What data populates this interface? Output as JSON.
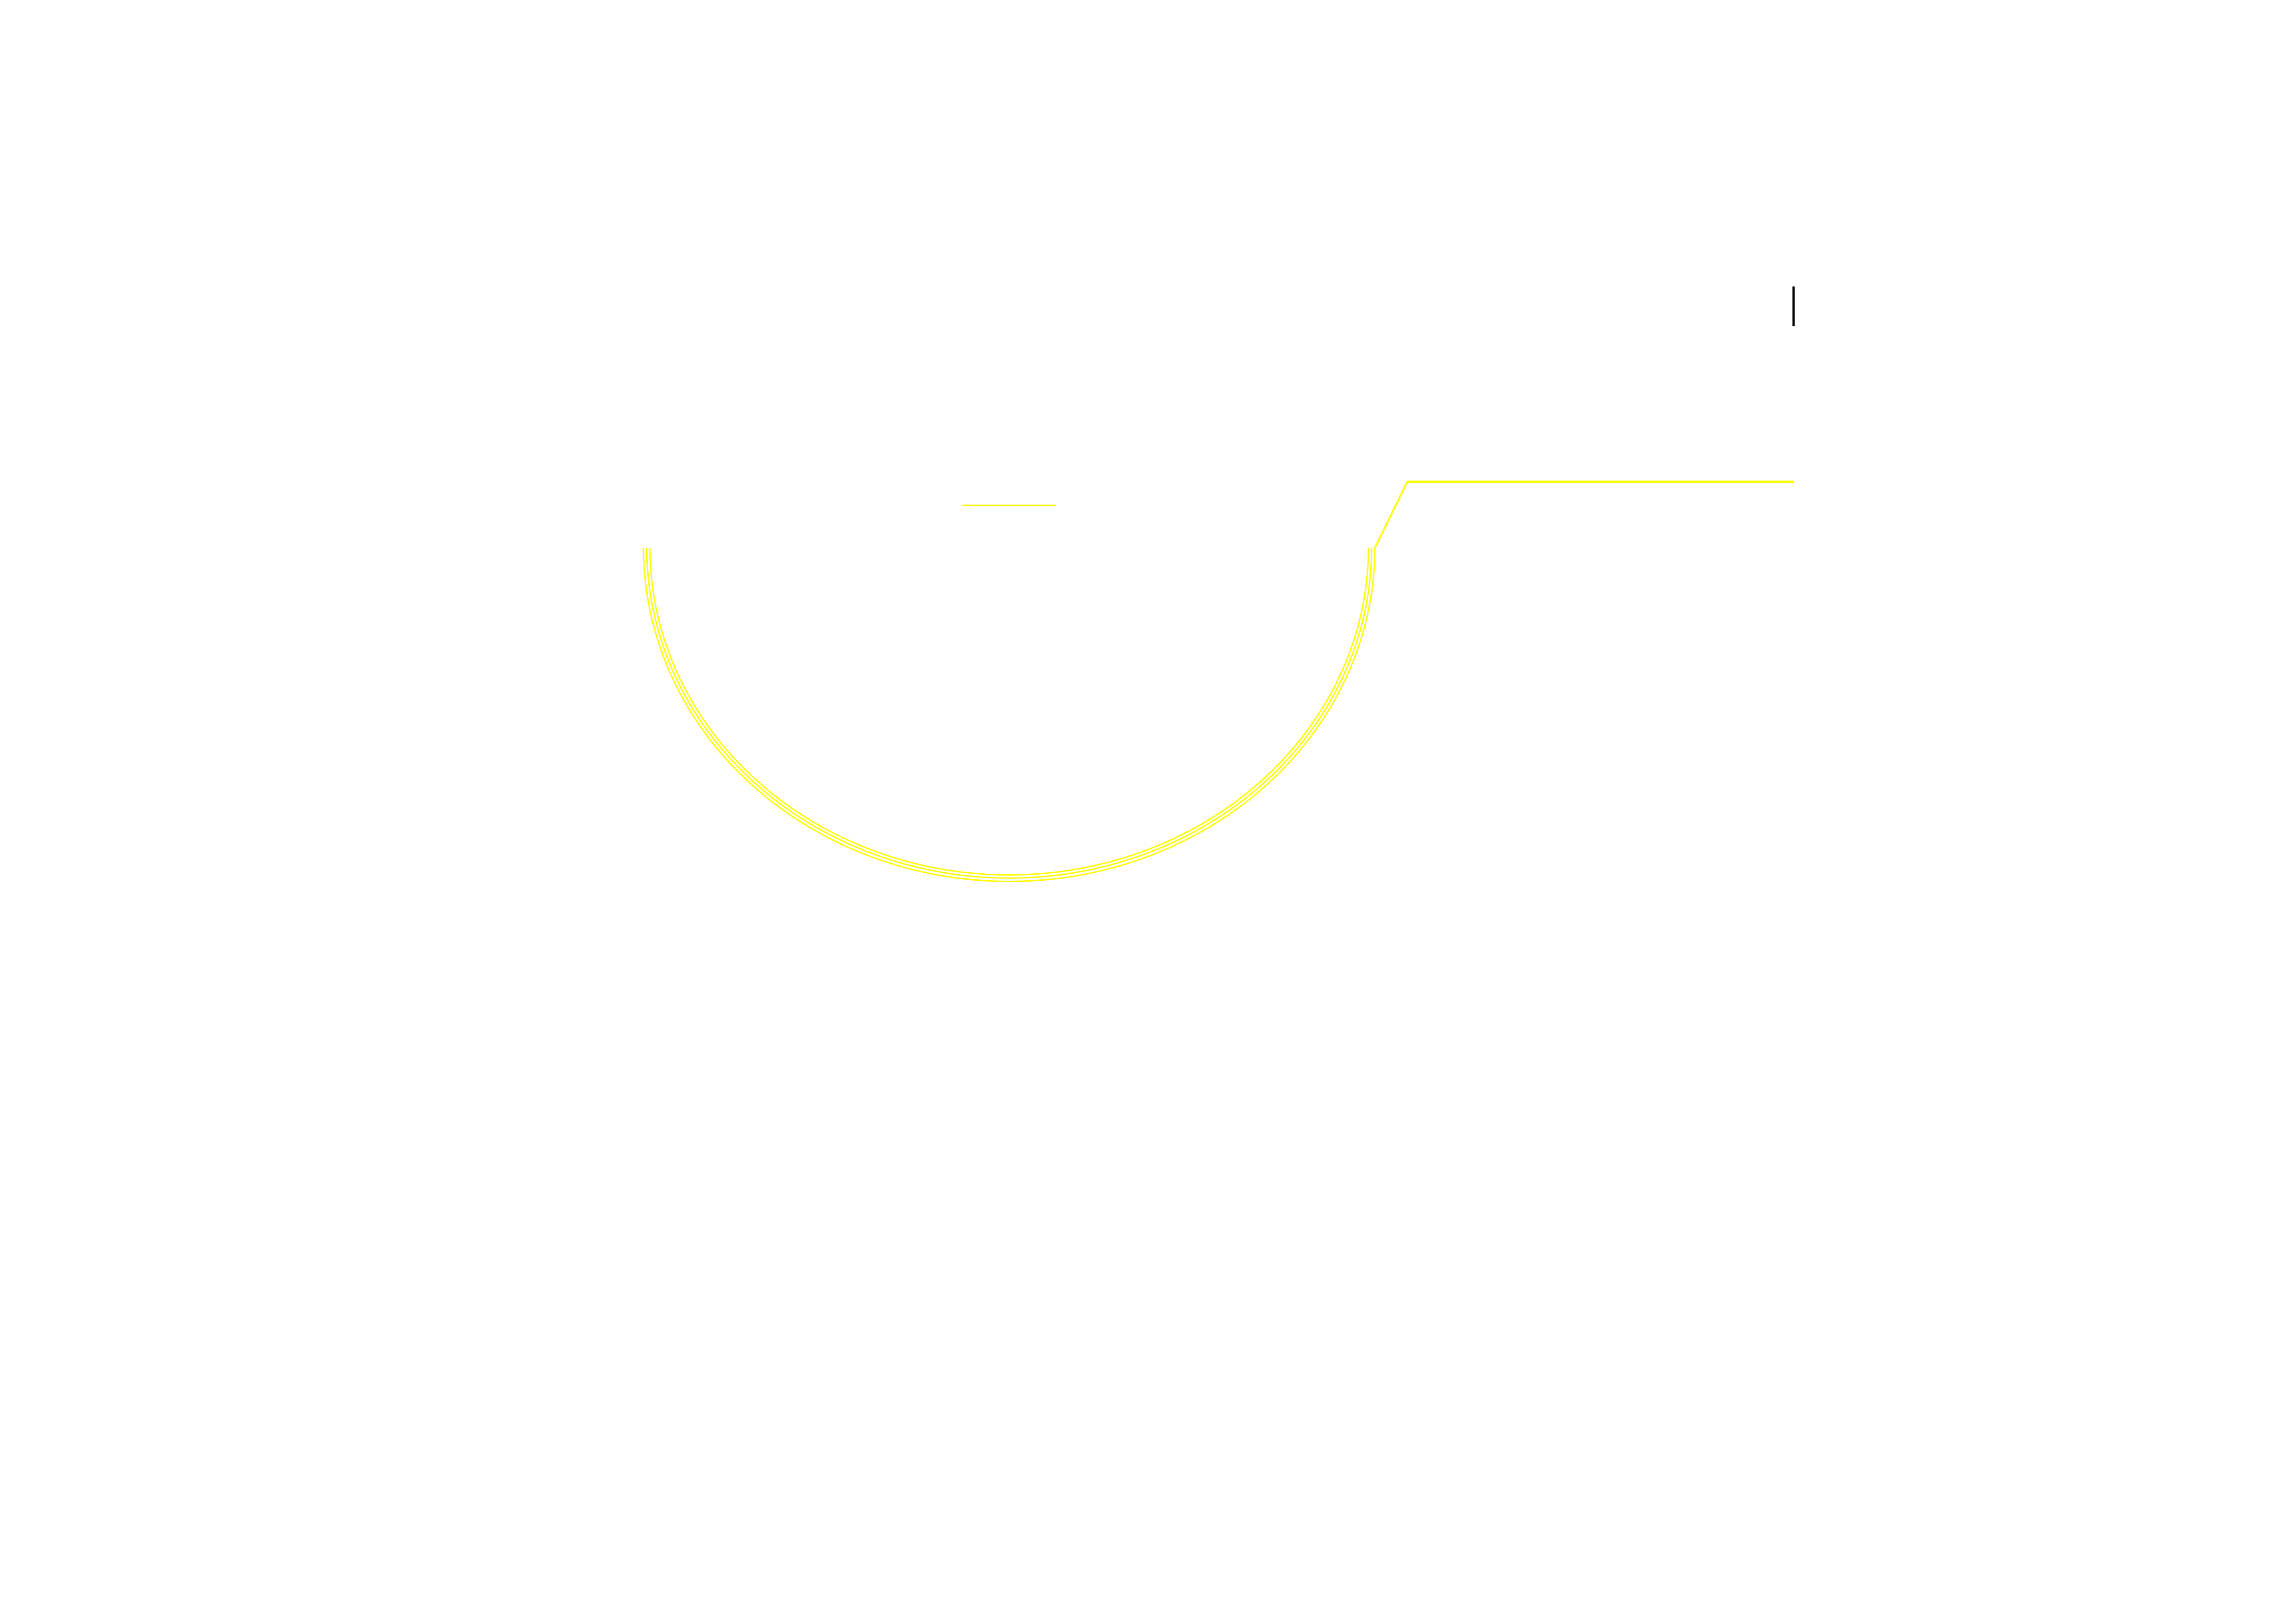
{
  "drawing": {
    "colors": {
      "background": "#ffffff",
      "outline": "#ffff00",
      "marker": "#000000"
    },
    "elements": [
      {
        "name": "semicircle-arc",
        "icon": "arc-shape"
      },
      {
        "name": "slanted-segment",
        "icon": "line-shape"
      },
      {
        "name": "horizontal-segment",
        "icon": "line-shape"
      },
      {
        "name": "short-horizontal-segment",
        "icon": "line-shape"
      },
      {
        "name": "vertical-cursor-marker",
        "icon": "cursor-shape"
      }
    ]
  }
}
